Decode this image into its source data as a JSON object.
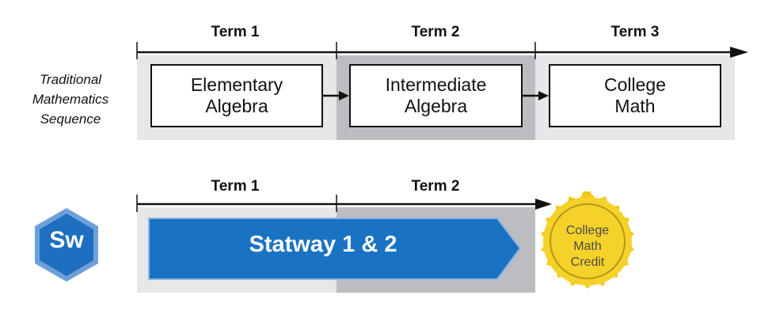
{
  "traditional": {
    "side_label": "Traditional\nMathematics\nSequence",
    "terms": [
      "Term 1",
      "Term 2",
      "Term 3"
    ],
    "courses": [
      "Elementary\nAlgebra",
      "Intermediate\nAlgebra",
      "College\nMath"
    ]
  },
  "statway": {
    "logo_text": "Sw",
    "terms": [
      "Term 1",
      "Term 2"
    ],
    "program_label": "Statway 1 & 2",
    "credit_seal": "College\nMath\nCredit"
  },
  "colors": {
    "band_light": "#e6e7e8",
    "band_dark": "#bcbdc0",
    "statway_blue": "#1a73c2",
    "logo_blue": "#1e6fc0",
    "seal_gold": "#f5d22a"
  }
}
